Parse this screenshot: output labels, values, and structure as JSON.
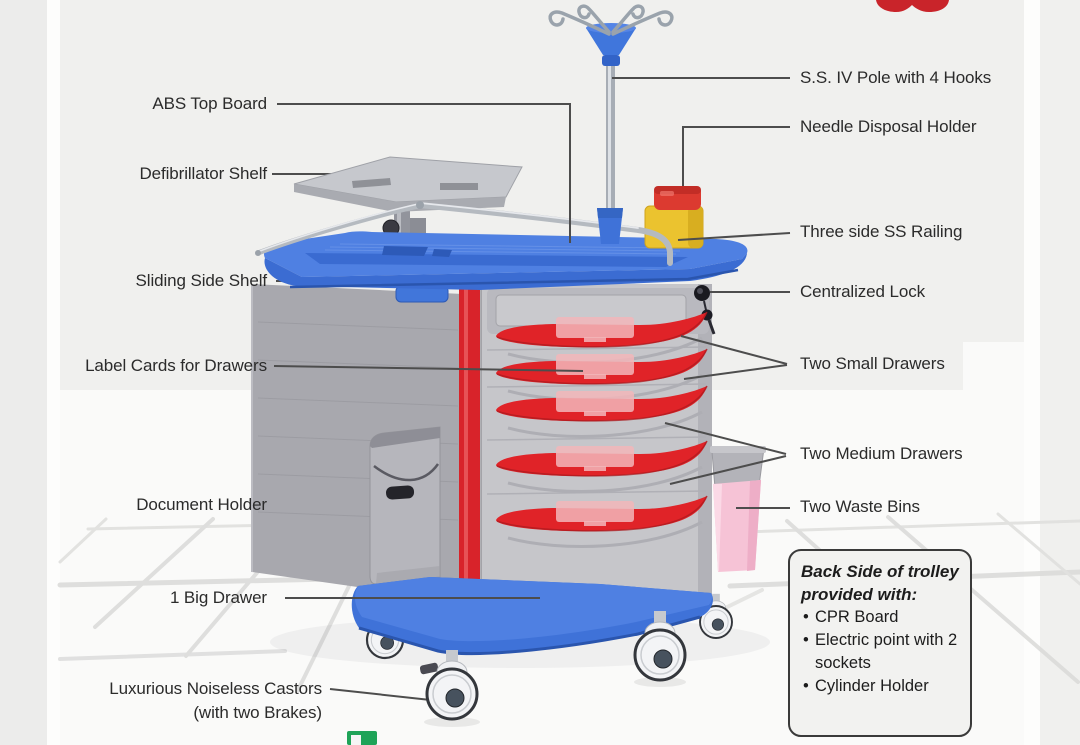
{
  "figure": {
    "type": "labeled-parts-diagram",
    "subject": "Emergency medical trolley"
  },
  "labels_left": [
    {
      "id": "abs-top-board",
      "text": "ABS Top Board"
    },
    {
      "id": "defibrillator-shelf",
      "text": "Defibrillator Shelf"
    },
    {
      "id": "sliding-side-shelf",
      "text": "Sliding Side Shelf"
    },
    {
      "id": "label-cards-for-drawers",
      "text": "Label Cards for Drawers"
    },
    {
      "id": "document-holder",
      "text": "Document Holder"
    },
    {
      "id": "big-drawer",
      "text": "1 Big Drawer"
    },
    {
      "id": "castors",
      "text": "Luxurious Noiseless Castors",
      "subtext": "(with two Brakes)"
    }
  ],
  "labels_right": [
    {
      "id": "iv-pole",
      "text": "S.S. IV Pole with 4 Hooks"
    },
    {
      "id": "needle-disposal-holder",
      "text": "Needle Disposal Holder"
    },
    {
      "id": "ss-railing",
      "text": "Three side SS Railing"
    },
    {
      "id": "centralized-lock",
      "text": "Centralized Lock"
    },
    {
      "id": "two-small-drawers",
      "text": "Two Small Drawers"
    },
    {
      "id": "two-medium-drawers",
      "text": "Two Medium Drawers"
    },
    {
      "id": "two-waste-bins",
      "text": "Two Waste Bins"
    }
  ],
  "info_box": {
    "heading_line1": "Back Side of trolley",
    "heading_line2": "provided with:",
    "items": [
      "CPR Board",
      "Electric point with 2 sockets",
      "Cylinder Holder"
    ]
  },
  "colors": {
    "trolley_blue": "#4273d8",
    "handle_red": "#e02328",
    "stripe_red": "#d8232a",
    "body_gray": "#c6c6ca",
    "bin_pink": "#f6c3d6",
    "container_yellow": "#ebc32f",
    "cap_red": "#dc3a30",
    "connector_line": "#4d4d4d",
    "logo_green": "#1ea358",
    "logo_red": "#c9242a"
  }
}
